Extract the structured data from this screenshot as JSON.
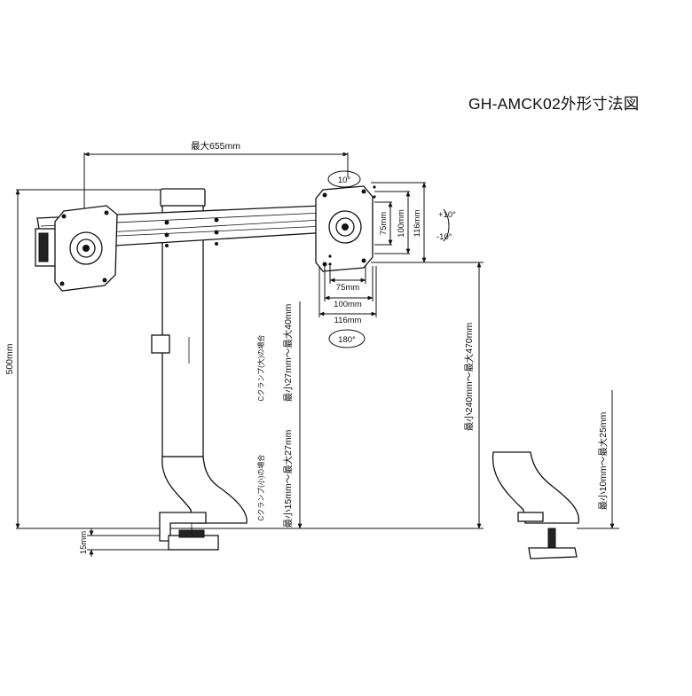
{
  "title": "GH-AMCK02外形寸法図",
  "dimensions": {
    "max_width": "最大655mm",
    "height_total": "500mm",
    "base_gap": "15mm",
    "rotate_top": "10°",
    "rotate_bottom": "180°",
    "tilt_up": "+10°",
    "tilt_down": "-10°",
    "vesa_75_v": "75mm",
    "vesa_100_v": "100mm",
    "vesa_116_v": "116mm",
    "vesa_75_h": "75mm",
    "vesa_100_h": "100mm",
    "vesa_116_h": "116mm",
    "clamp_large_caption": "Cクランプ(大)の場合",
    "clamp_large_range": "最小27mm～最大40mm",
    "clamp_small_caption": "Cクランプ(小)の場合",
    "clamp_small_range": "最小15mm～最大27mm",
    "mount_height_range": "最小240mm～最大470mm",
    "grommet_range": "最小10mm～最大25mm"
  }
}
